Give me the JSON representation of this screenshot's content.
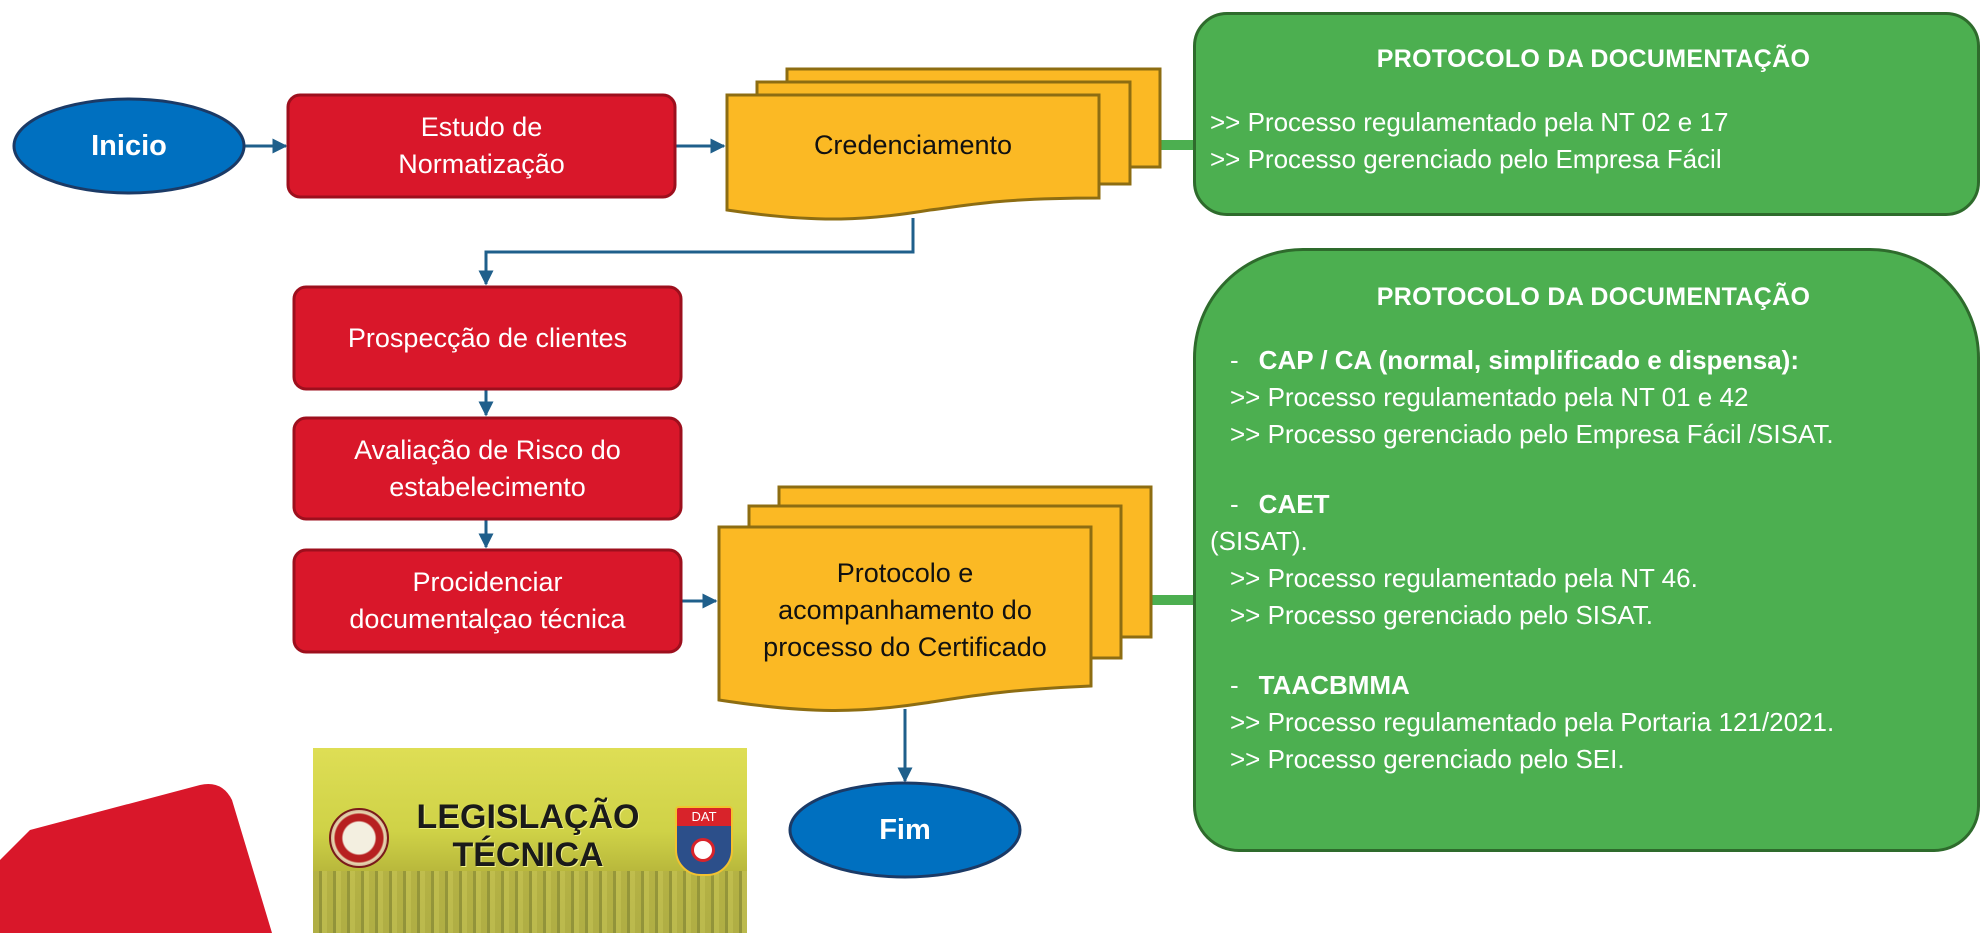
{
  "nodes": {
    "inicio": "Inicio",
    "estudo": [
      "Estudo de",
      "Normatização"
    ],
    "credenciamento": "Credenciamento",
    "prospeccao": "Prospecção de clientes",
    "avaliacao": [
      "Avaliação de Risco do",
      "estabelecimento"
    ],
    "procidenciar": [
      "Procidenciar",
      "documentalçao técnica"
    ],
    "protocolo": [
      "Protocolo e",
      "acompanhamento do",
      "processo do Certificado"
    ],
    "fim": "Fim"
  },
  "panel_top": {
    "title": "PROTOCOLO DA DOCUMENTAÇÃO",
    "lines": [
      ">> Processo regulamentado pela NT 02 e 17",
      ">> Processo gerenciado pelo Empresa Fácil"
    ]
  },
  "panel_bottom": {
    "title": "PROTOCOLO DA DOCUMENTAÇÃO",
    "groups": [
      {
        "heading": "CAP / CA (normal, simplificado e dispensa):",
        "lines": [
          ">> Processo regulamentado pela NT 01 e 42",
          ">> Processo gerenciado pelo Empresa Fácil /SISAT."
        ]
      },
      {
        "heading": "CAET",
        "lines": [
          "(SISAT).",
          ">> Processo regulamentado pela NT 46.",
          ">> Processo gerenciado pelo SISAT."
        ]
      },
      {
        "heading": "TAACBMMA",
        "lines": [
          ">> Processo regulamentado pela Portaria 121/2021.",
          ">> Processo gerenciado pelo SEI."
        ]
      }
    ],
    "bullet": "-"
  },
  "banner": {
    "text": [
      "LEGISLAÇÃO",
      "TÉCNICA"
    ],
    "badge_label": "DAT"
  },
  "colors": {
    "blue": "#0070c0",
    "red": "#d9172a",
    "yellow": "#fbb924",
    "green": "#4caf50",
    "connector": "#1f5f8b"
  }
}
